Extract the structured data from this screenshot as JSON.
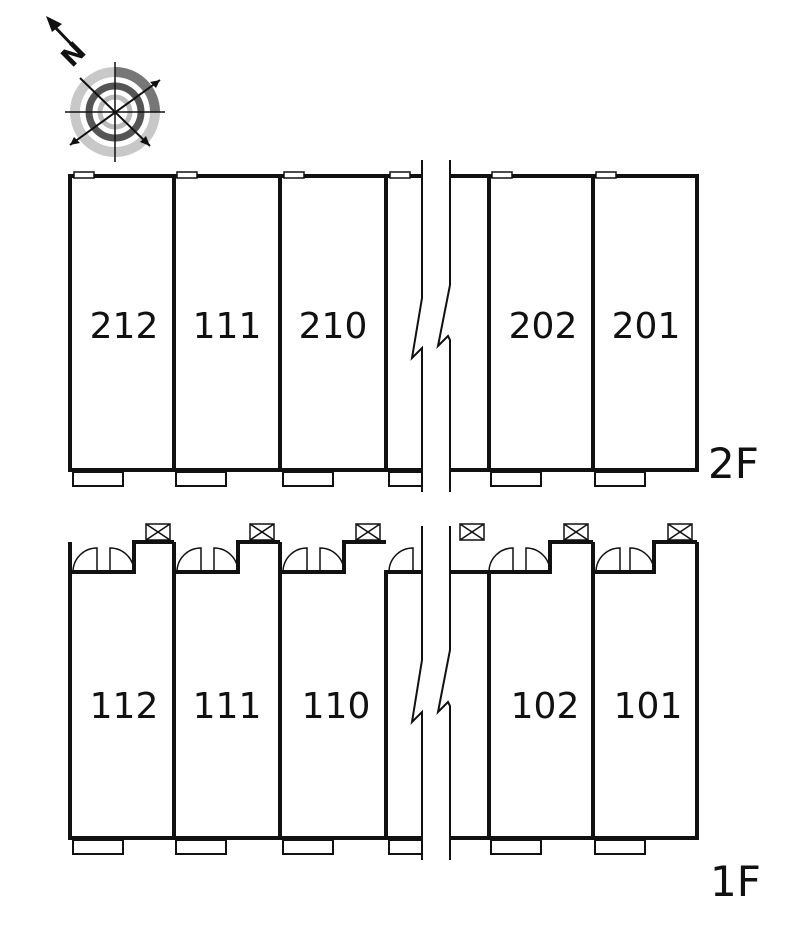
{
  "compass": {
    "north_label": "N"
  },
  "floors": [
    {
      "label": "2F",
      "units": [
        "212",
        "111",
        "210",
        "",
        "202",
        "201"
      ]
    },
    {
      "label": "1F",
      "units": [
        "112",
        "111",
        "110",
        "",
        "102",
        "101"
      ]
    }
  ]
}
